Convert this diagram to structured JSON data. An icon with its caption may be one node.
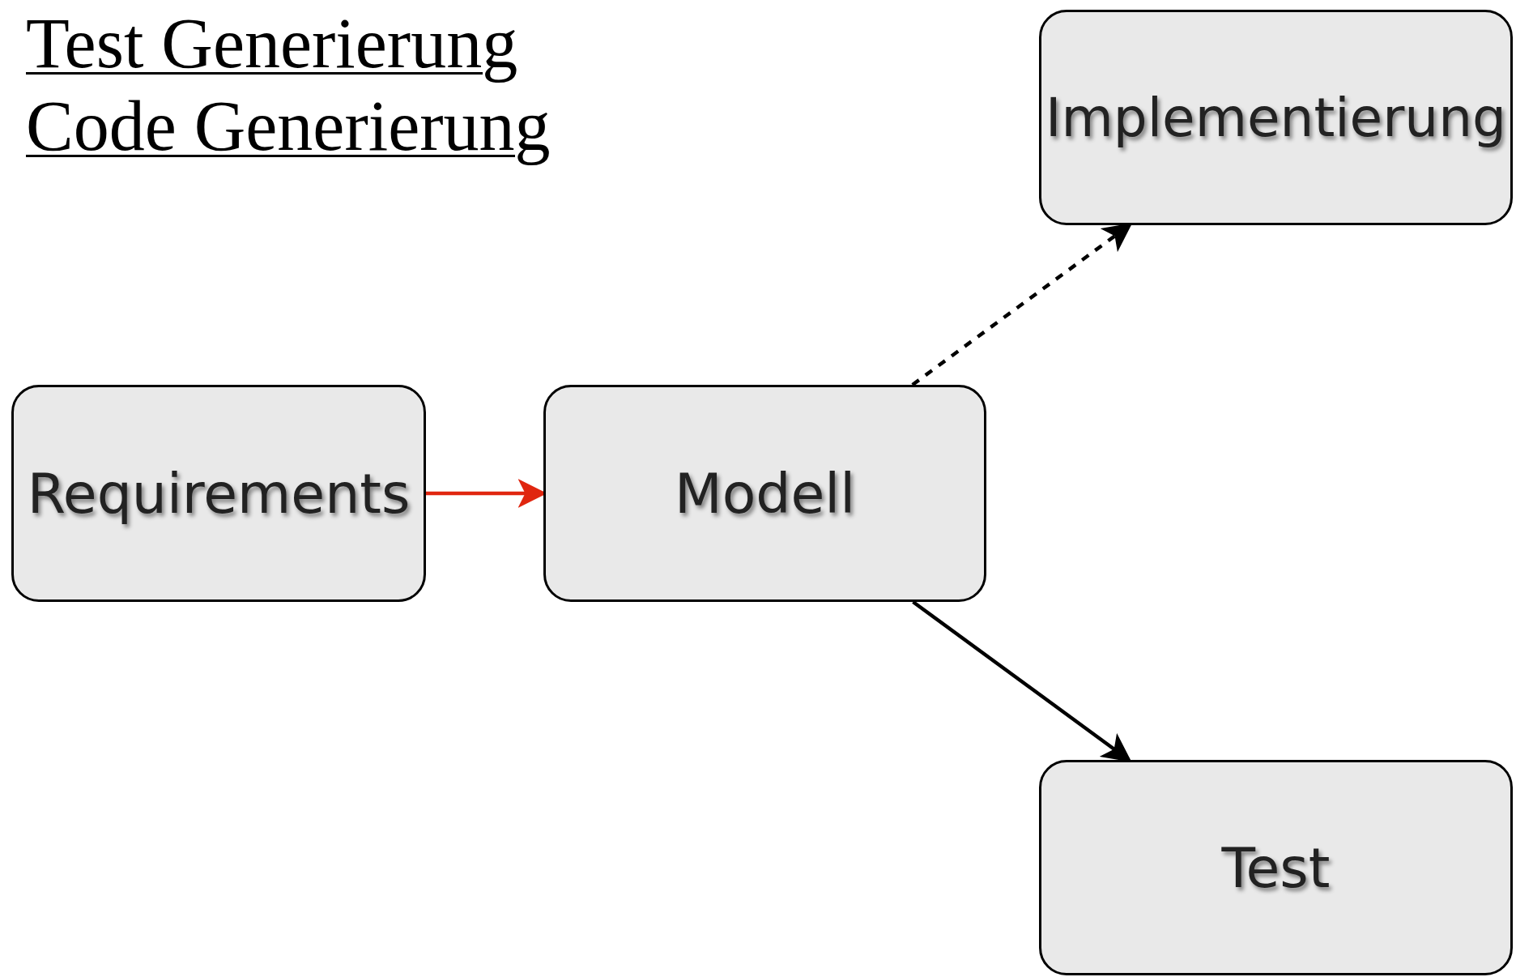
{
  "diagram": {
    "nodes": [
      {
        "text": [
          "Implementierung"
        ]
      },
      {
        "text": [
          "Requirements"
        ]
      },
      {
        "text": [
          "Modell"
        ]
      },
      {
        "text": [
          "Test"
        ]
      }
    ],
    "edges": [
      {
        "from": 1,
        "to": 2,
        "arrow": "to",
        "color": "#e0260f"
      },
      {
        "from": 2,
        "to": 0,
        "arrow": "to",
        "style": "dashed"
      },
      {
        "from": 2,
        "to": 3,
        "arrow": "to"
      }
    ],
    "labels": [
      "Test Generierung",
      "Code Generierung"
    ]
  }
}
